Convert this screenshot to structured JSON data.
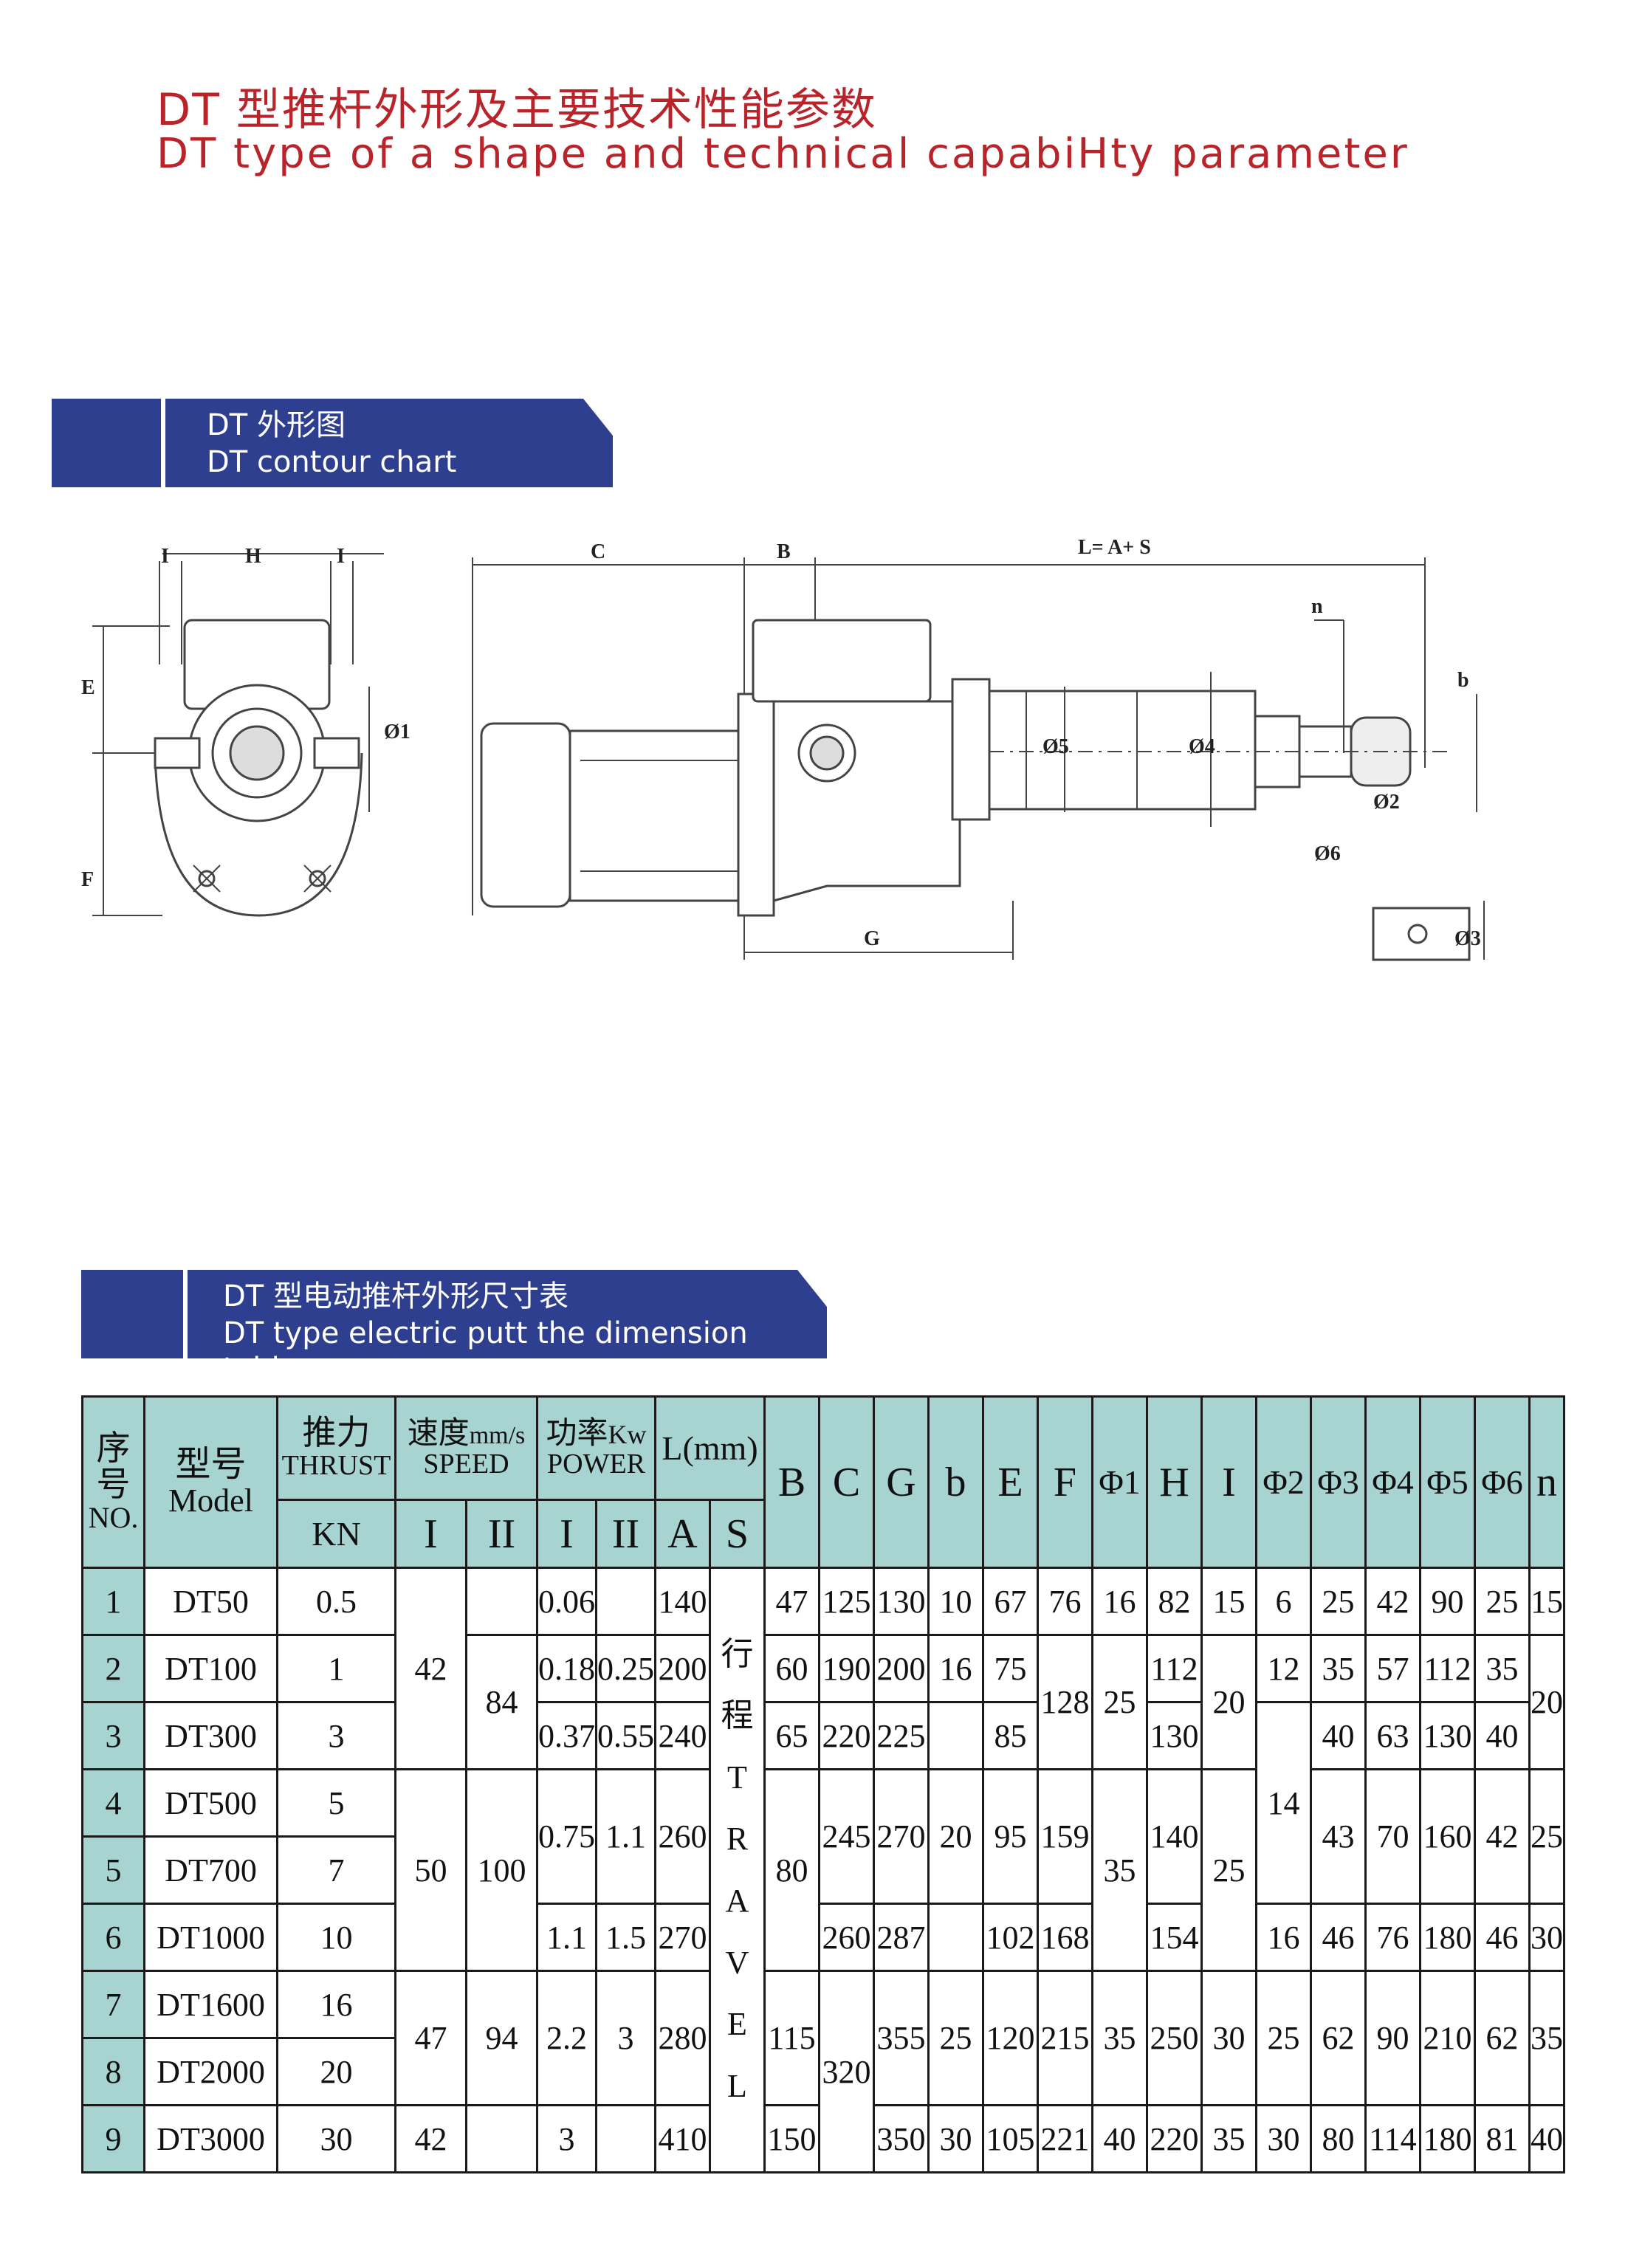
{
  "header": {
    "title_cn": "DT 型推杆外形及主要技术性能参数",
    "title_en": "DT type of a shape and technical capabiHty parameter"
  },
  "banner_contour": {
    "line1": "DT 外形图",
    "line2": "DT contour chart"
  },
  "banner_table": {
    "line1": "DT 型电动推杆外形尺寸表",
    "line2": "DT type electric putt the dimension table"
  },
  "drawing_labels": {
    "I": "I",
    "H": "H",
    "E": "E",
    "F": "F",
    "phi1": "Ø1",
    "C": "C",
    "B": "B",
    "L": "L= A+ S",
    "n": "n",
    "b": "b",
    "phi5": "Ø5",
    "phi4": "Ø4",
    "phi2": "Ø2",
    "phi6": "Ø6",
    "phi3": "Ø3",
    "G": "G"
  },
  "colors": {
    "title_red": "#b8242a",
    "banner_navy": "#2f3f8f",
    "header_teal": "#a7d3d1"
  },
  "table": {
    "h_no_cn": "序号",
    "h_no_en": "NO.",
    "h_model_cn": "型号",
    "h_model_en": "Model",
    "h_thrust_cn": "推力",
    "h_thrust_en": "THRUST",
    "h_thrust_unit": "KN",
    "h_speed_cn": "速度",
    "h_speed_unit": "mm/s",
    "h_speed_en": "SPEED",
    "h_power_cn": "功率",
    "h_power_unit": "Kw",
    "h_power_en": "POWER",
    "h_L": "L(mm)",
    "h_I": "I",
    "h_II": "II",
    "h_A": "A",
    "h_S": "S",
    "cols": [
      "B",
      "C",
      "G",
      "b",
      "E",
      "F",
      "Φ1",
      "H",
      "I",
      "Φ2",
      "Φ3",
      "Φ4",
      "Φ5",
      "Φ6",
      "n"
    ],
    "travel": "行程TRAVEL",
    "travel_chars": [
      "行",
      "程",
      "T",
      "R",
      "A",
      "V",
      "E",
      "L"
    ],
    "rows": [
      {
        "no": "1",
        "model": "DT50",
        "kn": "0.5",
        "speed_i": "",
        "speed_ii": "",
        "power_i": "0.06",
        "power_ii": "",
        "a": "140",
        "B": "47",
        "C": "125",
        "G": "130",
        "b": "10",
        "E": "67",
        "F": "76",
        "phi1": "16",
        "H": "82",
        "I": "15",
        "phi2": "6",
        "phi3": "25",
        "phi4": "42",
        "phi5": "90",
        "phi6": "25",
        "n": "15"
      },
      {
        "no": "2",
        "model": "DT100",
        "kn": "1",
        "power_i": "0.18",
        "power_ii": "0.25",
        "a": "200",
        "B": "60",
        "C": "190",
        "G": "200",
        "b": "16",
        "E": "75",
        "H": "112",
        "phi2": "12",
        "phi3": "35",
        "phi4": "57",
        "phi5": "112",
        "phi6": "35"
      },
      {
        "no": "3",
        "model": "DT300",
        "kn": "3",
        "power_i": "0.37",
        "power_ii": "0.55",
        "a": "240",
        "B": "65",
        "C": "220",
        "G": "225",
        "E": "85",
        "H": "130",
        "phi3": "40",
        "phi4": "63",
        "phi5": "130",
        "phi6": "40"
      },
      {
        "no": "4",
        "model": "DT500",
        "kn": "5"
      },
      {
        "no": "5",
        "model": "DT700",
        "kn": "7"
      },
      {
        "no": "6",
        "model": "DT1000",
        "kn": "10",
        "power_i": "1.1",
        "power_ii": "1.5",
        "a": "270",
        "C": "260",
        "G": "287",
        "E": "102",
        "F": "168",
        "H": "154",
        "phi2": "16",
        "phi3": "46",
        "phi4": "76",
        "phi5": "180",
        "phi6": "46",
        "n": "30"
      },
      {
        "no": "7",
        "model": "DT1600",
        "kn": "16"
      },
      {
        "no": "8",
        "model": "DT2000",
        "kn": "20"
      },
      {
        "no": "9",
        "model": "DT3000",
        "kn": "30",
        "speed_i": "42",
        "power_i": "3",
        "a": "410",
        "B": "150",
        "G": "350",
        "b": "30",
        "E": "105",
        "F": "221",
        "phi1": "40",
        "H": "220",
        "I": "35",
        "phi2": "30",
        "phi3": "80",
        "phi4": "114",
        "phi5": "180",
        "phi6": "81",
        "n": "40"
      }
    ],
    "merged": {
      "speed_i_1_3": "42",
      "speed_ii_2_3": "84",
      "F_2_3": "128",
      "phi1_2_3": "25",
      "I_2_3": "20",
      "n_2_3": "20",
      "speed_i_4_6": "50",
      "speed_ii_4_6": "100",
      "power_i_4_5": "0.75",
      "power_ii_4_5": "1.1",
      "a_4_5": "260",
      "B_4_6": "80",
      "C_4_5": "245",
      "G_4_5": "270",
      "b_4_5": "20",
      "E_4_5": "95",
      "F_4_5": "159",
      "phi1_4_6": "35",
      "H_4_5": "140",
      "I_4_6": "25",
      "phi2_3_5": "14",
      "phi3_4_5": "43",
      "phi4_4_5": "70",
      "phi5_4_5": "160",
      "phi6_4_5": "42",
      "n_4_5": "25",
      "speed_i_7_8": "47",
      "speed_ii_7_8": "94",
      "power_i_7_8": "2.2",
      "power_ii_7_8": "3",
      "a_7_8": "280",
      "B_7_8": "115",
      "C_7_9": "320",
      "G_7_8": "355",
      "b_7_8": "25",
      "E_7_8": "120",
      "F_7_8": "215",
      "phi1_7_8": "35",
      "H_7_8": "250",
      "I_7_8": "30",
      "phi2_7_8": "25",
      "phi3_7_8": "62",
      "phi4_7_8": "90",
      "phi5_7_8": "210",
      "phi6_7_8": "62",
      "n_7_8": "35"
    }
  }
}
